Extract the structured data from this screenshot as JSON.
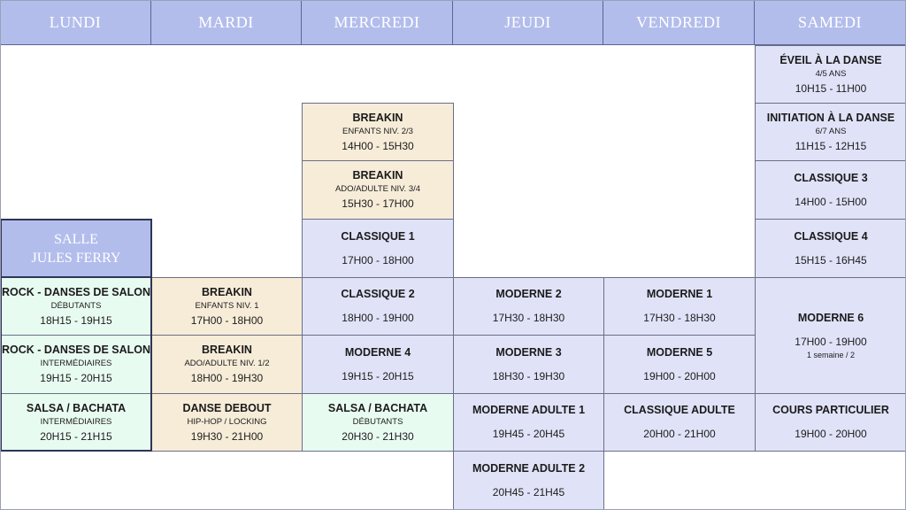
{
  "days": [
    "LUNDI",
    "MARDI",
    "MERCREDI",
    "JEUDI",
    "VENDREDI",
    "SAMEDI"
  ],
  "room": {
    "line1": "SALLE",
    "line2": "JULES FERRY"
  },
  "classes": [
    {
      "id": "eveil",
      "day": 5,
      "row": 0,
      "rows": 1,
      "color": "violet",
      "title": "ÉVEIL À LA DANSE",
      "sub": "4/5 ANS",
      "time": "10H15 - 11H00"
    },
    {
      "id": "initiation",
      "day": 5,
      "row": 1,
      "rows": 1,
      "color": "violet",
      "title": "INITIATION À LA DANSE",
      "sub": "6/7 ANS",
      "time": "11H15 - 12H15"
    },
    {
      "id": "classique-3",
      "day": 5,
      "row": 2,
      "rows": 1,
      "color": "violet",
      "title": "CLASSIQUE 3",
      "time": "14H00 - 15H00"
    },
    {
      "id": "classique-4",
      "day": 5,
      "row": 3,
      "rows": 1,
      "color": "violet",
      "title": "CLASSIQUE 4",
      "time": "15H15 - 16H45"
    },
    {
      "id": "moderne-6",
      "day": 5,
      "row": 4,
      "rows": 2,
      "color": "violet",
      "title": "MODERNE 6",
      "time": "17H00 - 19H00",
      "note": "1 semaine / 2"
    },
    {
      "id": "cours-particulier",
      "day": 5,
      "row": 6,
      "rows": 1,
      "color": "violet",
      "title": "COURS PARTICULIER",
      "time": "19H00 - 20H00"
    },
    {
      "id": "breakin-enfants-mer",
      "day": 2,
      "row": 1,
      "rows": 1,
      "color": "beige",
      "title": "BREAKIN",
      "sub": "ENFANTS NIV. 2/3",
      "time": "14H00 - 15H30"
    },
    {
      "id": "breakin-ado-mer",
      "day": 2,
      "row": 2,
      "rows": 1,
      "color": "beige",
      "title": "BREAKIN",
      "sub": "ADO/ADULTE NIV. 3/4",
      "time": "15H30 - 17H00"
    },
    {
      "id": "classique-1",
      "day": 2,
      "row": 3,
      "rows": 1,
      "color": "violet",
      "title": "CLASSIQUE 1",
      "time": "17H00 - 18H00"
    },
    {
      "id": "classique-2",
      "day": 2,
      "row": 4,
      "rows": 1,
      "color": "violet",
      "title": "CLASSIQUE 2",
      "time": "18H00 - 19H00"
    },
    {
      "id": "moderne-4",
      "day": 2,
      "row": 5,
      "rows": 1,
      "color": "violet",
      "title": "MODERNE 4",
      "time": "19H15 - 20H15"
    },
    {
      "id": "salsa-mer",
      "day": 2,
      "row": 6,
      "rows": 1,
      "color": "mint",
      "title": "SALSA / BACHATA",
      "sub": "DÉBUTANTS",
      "time": "20H30 - 21H30"
    },
    {
      "id": "rock-debutants",
      "day": 0,
      "row": 4,
      "rows": 1,
      "color": "mint",
      "title": "ROCK - DANSES DE SALON",
      "sub": "DÉBUTANTS",
      "time": "18H15 - 19H15"
    },
    {
      "id": "rock-inter",
      "day": 0,
      "row": 5,
      "rows": 1,
      "color": "mint",
      "title": "ROCK - DANSES DE SALON",
      "sub": "INTERMÉDIAIRES",
      "time": "19H15 - 20H15"
    },
    {
      "id": "salsa-lun",
      "day": 0,
      "row": 6,
      "rows": 1,
      "color": "mint",
      "title": "SALSA / BACHATA",
      "sub": "INTERMÉDIAIRES",
      "time": "20H15 - 21H15"
    },
    {
      "id": "breakin-enfants-mar",
      "day": 1,
      "row": 4,
      "rows": 1,
      "color": "beige",
      "title": "BREAKIN",
      "sub": "ENFANTS NIV. 1",
      "time": "17H00 - 18H00"
    },
    {
      "id": "breakin-ado-mar",
      "day": 1,
      "row": 5,
      "rows": 1,
      "color": "beige",
      "title": "BREAKIN",
      "sub": "ADO/ADULTE NIV. 1/2",
      "time": "18H00 - 19H30"
    },
    {
      "id": "danse-debout",
      "day": 1,
      "row": 6,
      "rows": 1,
      "color": "beige",
      "title": "DANSE DEBOUT",
      "sub": "HIP-HOP / LOCKING",
      "time": "19H30 - 21H00"
    },
    {
      "id": "moderne-2",
      "day": 3,
      "row": 4,
      "rows": 1,
      "color": "violet",
      "title": "MODERNE 2",
      "time": "17H30 - 18H30"
    },
    {
      "id": "moderne-3",
      "day": 3,
      "row": 5,
      "rows": 1,
      "color": "violet",
      "title": "MODERNE 3",
      "time": "18H30 - 19H30"
    },
    {
      "id": "moderne-adulte-1",
      "day": 3,
      "row": 6,
      "rows": 1,
      "color": "violet",
      "title": "MODERNE ADULTE 1",
      "time": "19H45 - 20H45"
    },
    {
      "id": "moderne-adulte-2",
      "day": 3,
      "row": 7,
      "rows": 1,
      "color": "violet",
      "title": "MODERNE ADULTE 2",
      "time": "20H45 - 21H45"
    },
    {
      "id": "moderne-1",
      "day": 4,
      "row": 4,
      "rows": 1,
      "color": "violet",
      "title": "MODERNE 1",
      "time": "17H30 - 18H30"
    },
    {
      "id": "moderne-5",
      "day": 4,
      "row": 5,
      "rows": 1,
      "color": "violet",
      "title": "MODERNE 5",
      "time": "19H00 - 20H00"
    },
    {
      "id": "classique-adulte",
      "day": 4,
      "row": 6,
      "rows": 1,
      "color": "violet",
      "title": "CLASSIQUE ADULTE",
      "time": "20H00 - 21H00"
    }
  ]
}
